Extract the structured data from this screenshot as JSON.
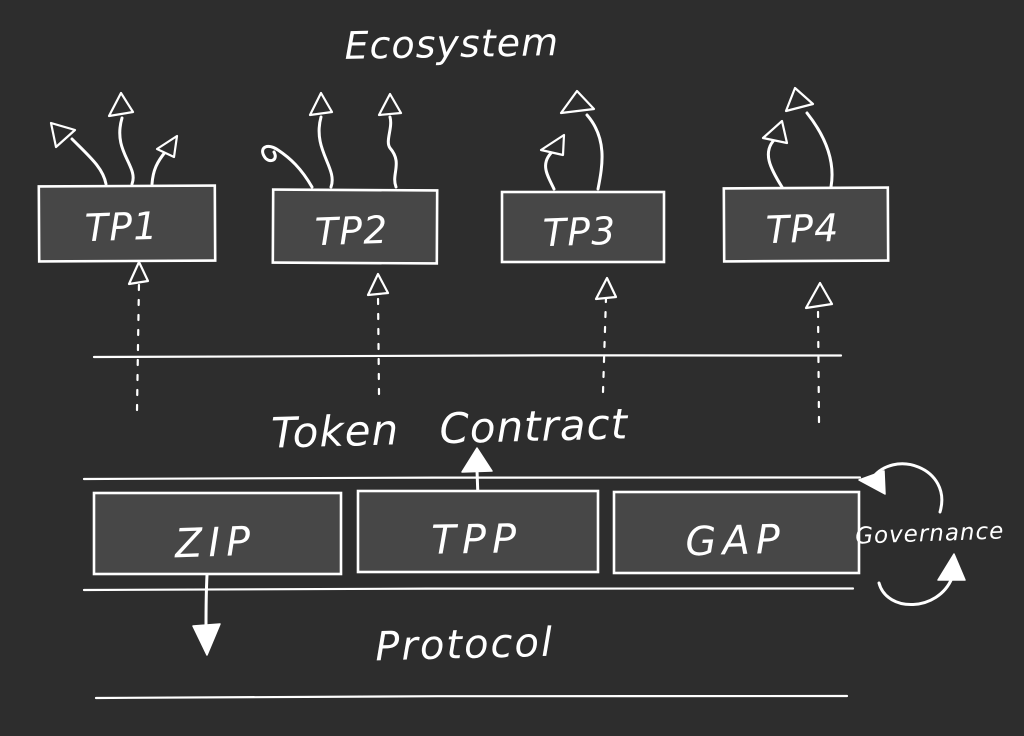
{
  "labels": {
    "ecosystem": "Ecosystem",
    "token_contract": "Token Contract",
    "protocol": "Protocol",
    "governance": "Governance"
  },
  "token_projects": [
    {
      "label": "TP1"
    },
    {
      "label": "TP2"
    },
    {
      "label": "TP3"
    },
    {
      "label": "TP4"
    }
  ],
  "protocol_modules": [
    {
      "label": "ZIP"
    },
    {
      "label": "TPP"
    },
    {
      "label": "GAP"
    }
  ],
  "colors": {
    "background": "#2d2d2d",
    "node_fill": "#474747",
    "ink": "#ffffff"
  }
}
